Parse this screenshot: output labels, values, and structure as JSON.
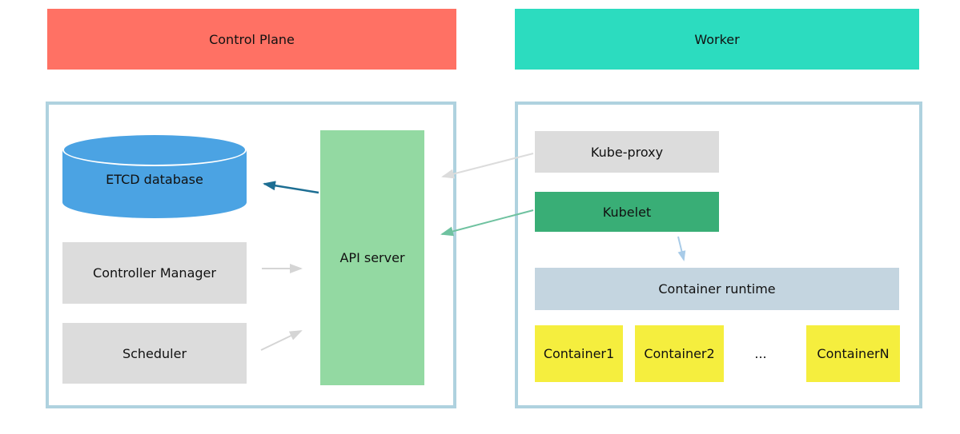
{
  "headers": {
    "control_plane": {
      "label": "Control Plane",
      "color": "#FF7164"
    },
    "worker": {
      "label": "Worker",
      "color": "#2CDCBF"
    }
  },
  "control_plane": {
    "etcd": {
      "label": "ETCD database",
      "color": "#4BA3E3"
    },
    "controller_manager": {
      "label": "Controller Manager",
      "color": "#DCDCDC"
    },
    "scheduler": {
      "label": "Scheduler",
      "color": "#DCDCDC"
    },
    "api_server": {
      "label": "API server",
      "color": "#93D9A2"
    }
  },
  "worker": {
    "kube_proxy": {
      "label": "Kube-proxy",
      "color": "#DCDCDC"
    },
    "kubelet": {
      "label": "Kubelet",
      "color": "#39AE76"
    },
    "container_runtime": {
      "label": "Container runtime",
      "color": "#C4D5E0"
    },
    "containers": [
      {
        "label": "Container1",
        "color": "#F5EE3E"
      },
      {
        "label": "Container2",
        "color": "#F5EE3E"
      },
      {
        "label": "ContainerN",
        "color": "#F5EE3E"
      }
    ],
    "ellipsis": "..."
  },
  "edges": [
    {
      "id": "api-server-to-etcd",
      "from": "API server",
      "to": "ETCD database",
      "color": "#1D6E93"
    },
    {
      "id": "controller-manager-to-api-server",
      "from": "Controller Manager",
      "to": "API server",
      "color": "#D5D5D5"
    },
    {
      "id": "scheduler-to-api-server",
      "from": "Scheduler",
      "to": "API server",
      "color": "#D5D5D5"
    },
    {
      "id": "kube-proxy-to-api-server",
      "from": "Kube-proxy",
      "to": "API server",
      "color": "#DCDCDC"
    },
    {
      "id": "kubelet-to-api-server",
      "from": "Kubelet",
      "to": "API server",
      "color": "#6FC2A0"
    },
    {
      "id": "kubelet-to-container-runtime",
      "from": "Kubelet",
      "to": "Container runtime",
      "color": "#A8CBE8"
    }
  ],
  "panel_border_color": "#AFD2DF"
}
